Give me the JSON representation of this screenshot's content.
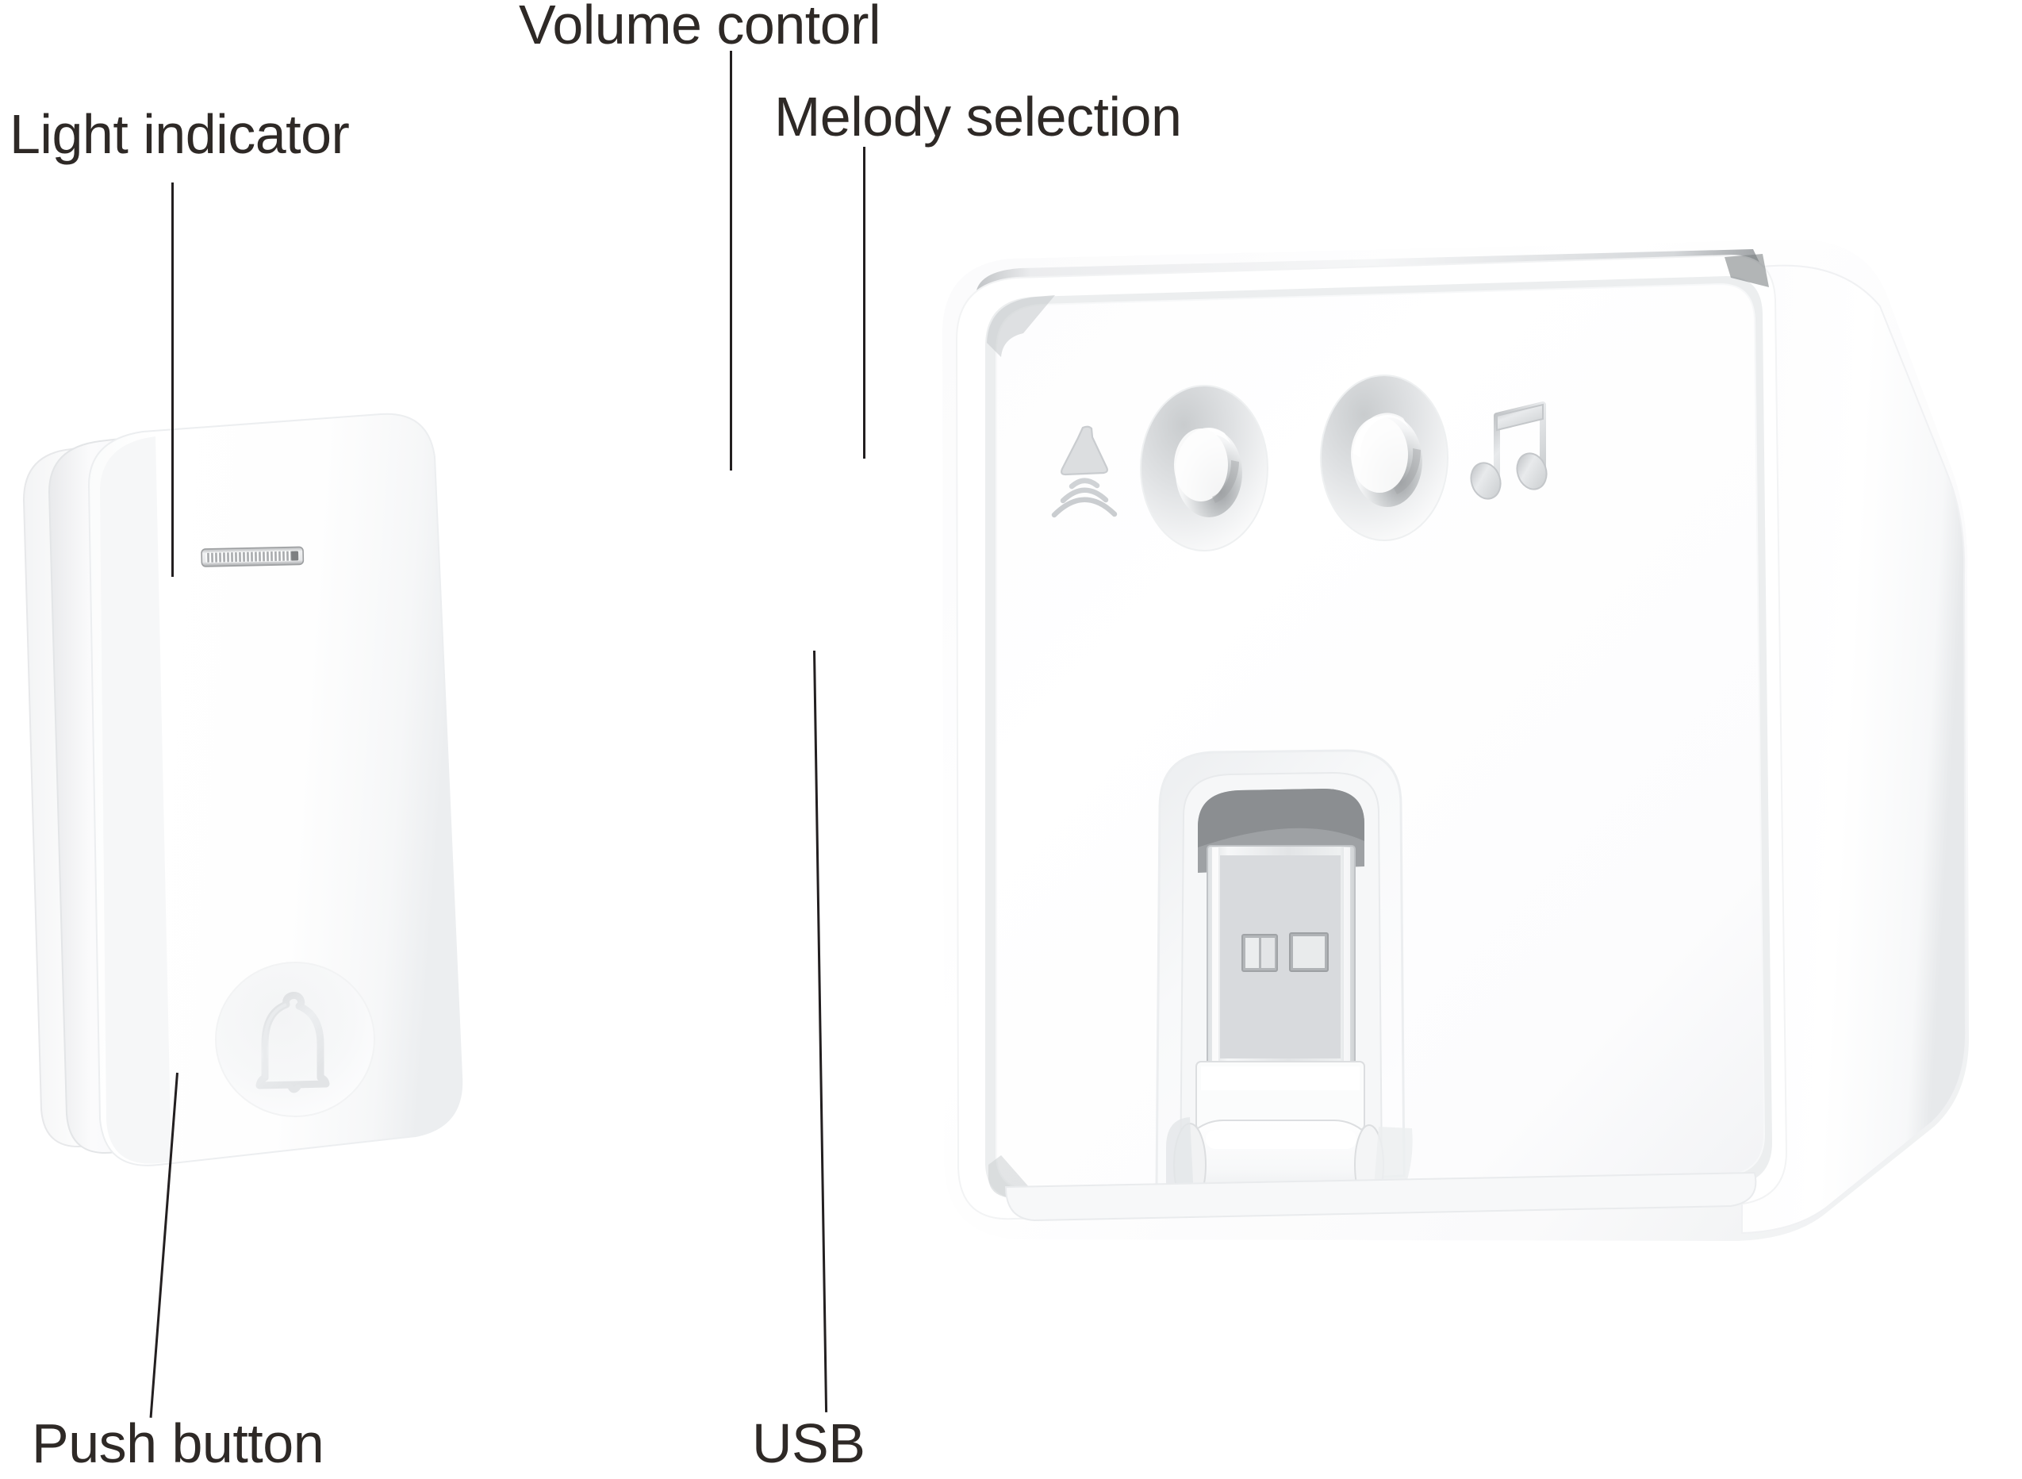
{
  "figure": {
    "type": "product-callout-diagram",
    "background_color": "#ffffff",
    "label_color": "#2e2926",
    "leader_line_color": "#231f20",
    "devices": [
      {
        "name": "wireless-doorbell-push-button",
        "body_color": "#ffffff",
        "shadow_color": "#e3e4e6"
      },
      {
        "name": "wireless-doorbell-plug-in-receiver",
        "body_color": "#ffffff",
        "shadow_color": "#dcdddf"
      }
    ]
  },
  "labels": {
    "light_indicator": "Light indicator",
    "push_button": "Push button",
    "volume_control": "Volume contorl",
    "melody_selection": "Melody selection",
    "usb": "USB"
  },
  "icons": {
    "bell": "bell-icon",
    "speaker_waves": "speaker-waves-icon",
    "music_note": "music-note-icon",
    "led_slot": "led-indicator-slot-icon",
    "usb_plug": "usb-a-plug-icon"
  },
  "parts": {
    "light_indicator": {
      "label": "Light indicator",
      "description": "LED indicator slot",
      "device": "push-button"
    },
    "push_button": {
      "label": "Push button",
      "description": "Bell-engraved press pad",
      "device": "push-button"
    },
    "volume_control": {
      "label": "Volume contorl",
      "description": "Recessed circular volume button",
      "device": "receiver"
    },
    "melody_selection": {
      "label": "Melody selection",
      "description": "Recessed circular melody button",
      "device": "receiver"
    },
    "usb": {
      "label": "USB",
      "description": "Fold-out USB-A plug",
      "device": "receiver"
    }
  }
}
